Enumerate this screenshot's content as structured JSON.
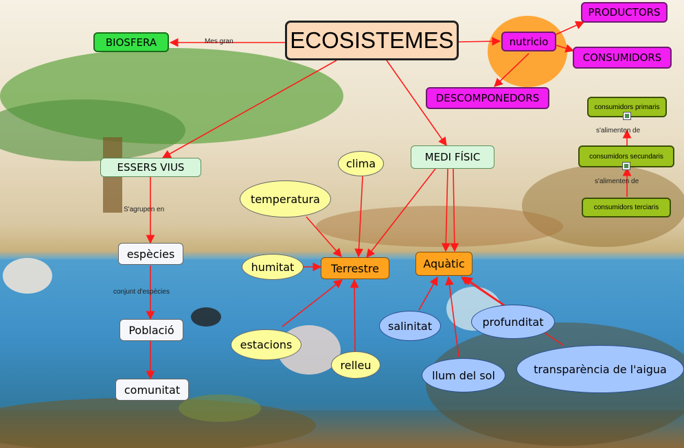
{
  "title": "ECOSISTEMES",
  "nodes": {
    "biosfera": "BIOSFERA",
    "nutricio": "nutricio",
    "productors": "PRODUCTORS",
    "consumidors": "CONSUMIDORS",
    "descomponedors": "DESCOMPONEDORS",
    "essers_vius": "ESSERS VIUS",
    "medi_fisic": "MEDI FÍSIC",
    "especies": "espècies",
    "poblacio": "Població",
    "comunitat": "comunitat",
    "clima": "clima",
    "temperatura": "temperatura",
    "humitat": "humitat",
    "terrestre": "Terrestre",
    "aquatic": "Aquàtic",
    "estacions": "estacions",
    "relleu": "relleu",
    "salinitat": "salinitat",
    "profunditat": "profunditat",
    "llum_del_sol": "llum del sol",
    "transparencia": "transparència de l'aigua",
    "consumidors_primaris": "consumidors primaris",
    "consumidors_secundaris": "consumidors secundaris",
    "consumidors_terciaris": "consumidors terciaris"
  },
  "link_labels": {
    "mes_gran": "Mes gran",
    "sagrupen_en": "S'agrupen en",
    "conjunt_especies": "conjunt d'espècies",
    "salimenten_1": "s'alimenten de",
    "salimenten_2": "s'alimenten de"
  },
  "colors": {
    "arrow": "#ff1a1a",
    "title_fill": "#fcd9b8",
    "green": "#35e045",
    "magenta": "#f21ff2",
    "orange": "#ffa31f",
    "yellow": "#fcfc9b",
    "blue": "#a4c6ff",
    "olive": "#9cc21d"
  },
  "icons": [
    "image-icon",
    "image-icon"
  ]
}
